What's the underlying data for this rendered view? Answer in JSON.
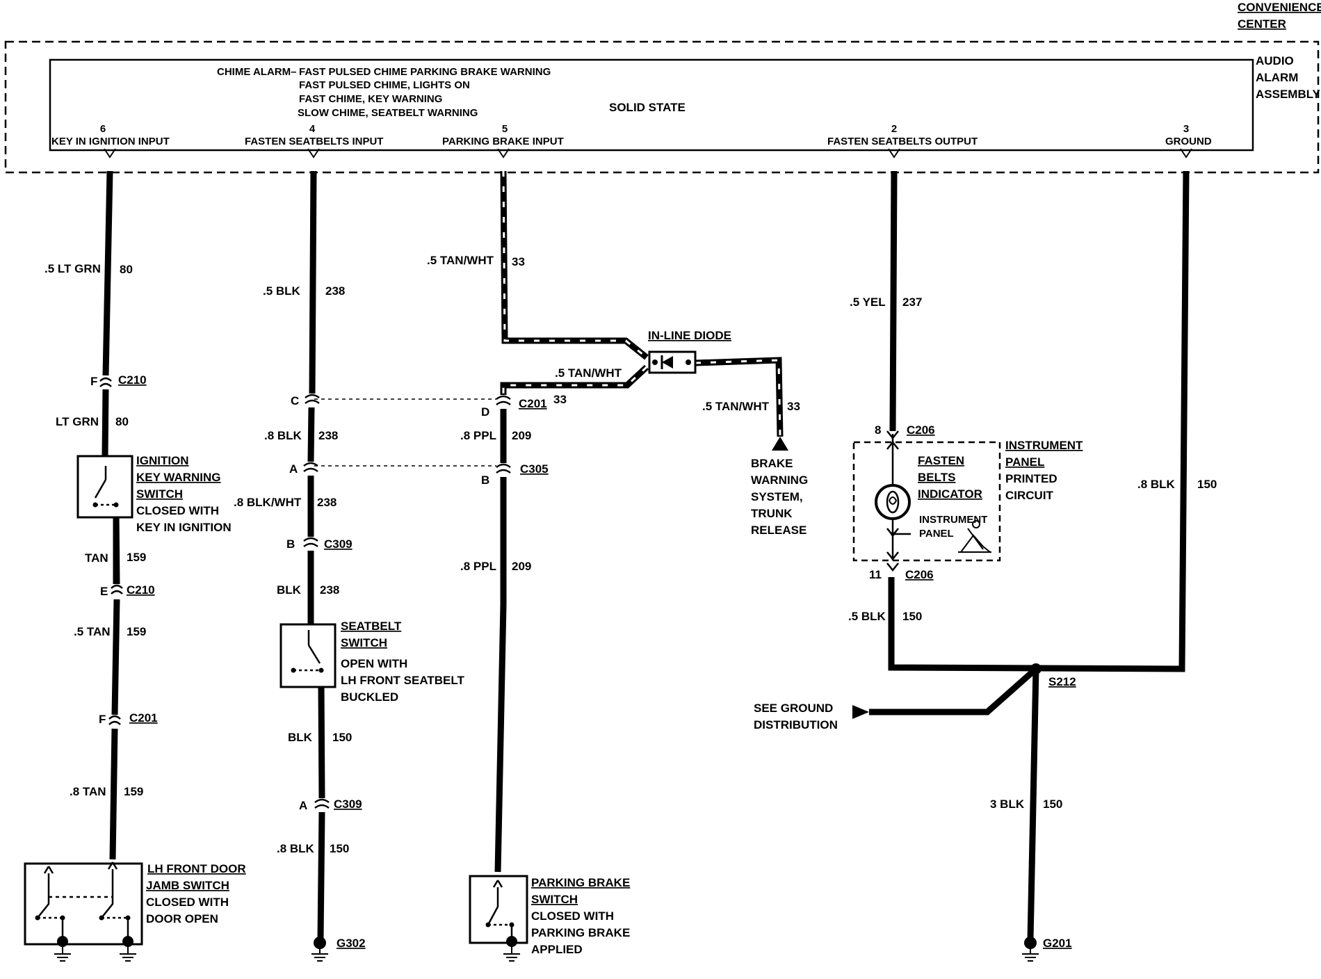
{
  "header": {
    "convenience_center": [
      "CONVENIENCE",
      "CENTER"
    ],
    "assembly": [
      "AUDIO",
      "ALARM",
      "ASSEMBLY"
    ],
    "chime_alarm_label": "CHIME ALARM–",
    "chime_lines": [
      "FAST PULSED CHIME PARKING BRAKE WARNING",
      "FAST PULSED CHIME, LIGHTS ON",
      "FAST CHIME, KEY WARNING",
      "SLOW CHIME, SEATBELT WARNING"
    ],
    "solid_state": "SOLID STATE"
  },
  "pins": [
    {
      "num": "6",
      "label": "KEY IN IGNITION INPUT"
    },
    {
      "num": "4",
      "label": "FASTEN SEATBELTS INPUT"
    },
    {
      "num": "5",
      "label": "PARKING BRAKE INPUT"
    },
    {
      "num": "2",
      "label": "FASTEN SEATBELTS OUTPUT"
    },
    {
      "num": "3",
      "label": "GROUND"
    }
  ],
  "col1": {
    "w1": {
      "color": ".5 LT GRN",
      "circuit": "80"
    },
    "conn1": {
      "pin": "F",
      "name": "C210"
    },
    "w2": {
      "color": "LT GRN",
      "circuit": "80"
    },
    "switch_lines": [
      "IGNITION",
      "KEY WARNING",
      "SWITCH",
      "CLOSED WITH",
      "KEY IN IGNITION"
    ],
    "w3": {
      "color": "TAN",
      "circuit": "159"
    },
    "conn2": {
      "pin": "E",
      "name": "C210"
    },
    "w4": {
      "color": ".5 TAN",
      "circuit": "159"
    },
    "conn3": {
      "pin": "F",
      "name": "C201"
    },
    "w5": {
      "color": ".8 TAN",
      "circuit": "159"
    },
    "door_lines": [
      "LH FRONT DOOR",
      "JAMB SWITCH",
      "CLOSED WITH",
      "DOOR OPEN"
    ]
  },
  "col2": {
    "w1": {
      "color": ".5 BLK",
      "circuit": "238"
    },
    "conn1": {
      "pin": "C"
    },
    "w2": {
      "color": ".8 BLK",
      "circuit": "238"
    },
    "conn2": {
      "pin": "A"
    },
    "w3": {
      "color": ".8 BLK/WHT",
      "circuit": "238"
    },
    "conn3": {
      "pin": "B",
      "name": "C309"
    },
    "w4": {
      "color": "BLK",
      "circuit": "238"
    },
    "switch_lines": [
      "SEATBELT",
      "SWITCH",
      "OPEN WITH",
      "LH FRONT SEATBELT",
      "BUCKLED"
    ],
    "w5": {
      "color": "BLK",
      "circuit": "150"
    },
    "conn4": {
      "pin": "A",
      "name": "C309"
    },
    "w6": {
      "color": ".8 BLK",
      "circuit": "150"
    },
    "ground": "G302"
  },
  "col3": {
    "w1": {
      "color": ".5 TAN/WHT",
      "circuit": "33"
    },
    "diode": "IN-LINE DIODE",
    "w_diode_in": {
      "color": ".5 TAN/WHT"
    },
    "conn1": {
      "pin": "D",
      "name": "C201",
      "circuit": "33"
    },
    "w2": {
      "color": ".8 PPL",
      "circuit": "209"
    },
    "conn2": {
      "pin": "B",
      "name": "C305"
    },
    "w3": {
      "color": ".8 PPL",
      "circuit": "209"
    },
    "w_brake": {
      "color": ".5 TAN/WHT",
      "circuit": "33"
    },
    "brake_lines": [
      "BRAKE",
      "WARNING",
      "SYSTEM,",
      "TRUNK",
      "RELEASE"
    ],
    "switch_lines": [
      "PARKING BRAKE",
      "SWITCH",
      "CLOSED WITH",
      "PARKING BRAKE",
      "APPLIED"
    ]
  },
  "col4": {
    "w1": {
      "color": ".5 YEL",
      "circuit": "237"
    },
    "conn1": {
      "pin": "8",
      "name": "C206"
    },
    "indicator_lines": [
      "FASTEN",
      "BELTS",
      "INDICATOR"
    ],
    "panel_label": [
      "INSTRUMENT",
      "PANEL"
    ],
    "ipc_lines": [
      "INSTRUMENT",
      "PANEL",
      "PRINTED",
      "CIRCUIT"
    ],
    "conn2": {
      "pin": "11",
      "name": "C206"
    },
    "w2": {
      "color": ".5 BLK",
      "circuit": "150"
    }
  },
  "col5": {
    "w1": {
      "color": ".8 BLK",
      "circuit": "150"
    },
    "splice": "S212",
    "see_ground": [
      "SEE GROUND",
      "DISTRIBUTION"
    ],
    "w2": {
      "color": "3 BLK",
      "circuit": "150"
    },
    "ground": "G201"
  }
}
